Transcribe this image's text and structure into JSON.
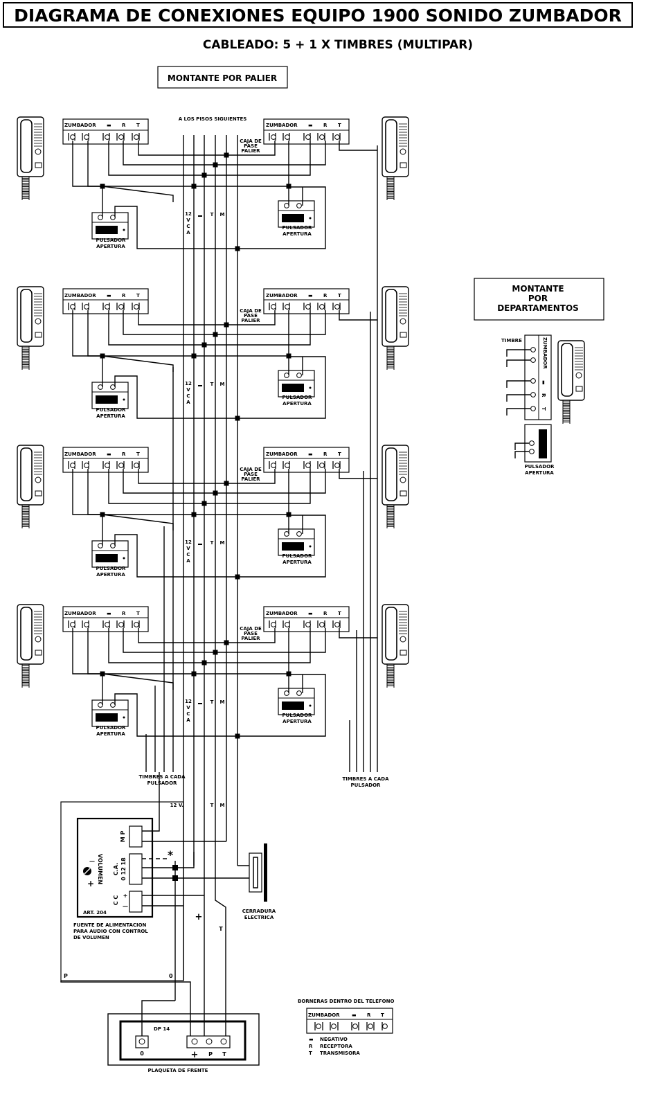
{
  "header": {
    "title": "DIAGRAMA DE CONEXIONES EQUIPO 1900 SONIDO ZUMBADOR",
    "subtitle": "CABLEADO:  5 + 1 X TIMBRES (MULTIPAR)"
  },
  "sections": {
    "montante_palier": "MONTANTE POR PALIER",
    "montante_departamentos": [
      "MONTANTE",
      "POR",
      "DEPARTAMENTOS"
    ]
  },
  "labels": {
    "a_los_pisos": "A LOS PISOS SIGUIENTES",
    "caja_pase": [
      "CAJA DE",
      "PASE",
      "PALIER"
    ],
    "terminal_zumbador": "ZUMBADOR",
    "terminal_negativo": "▬",
    "terminal_r": "R",
    "terminal_t": "T",
    "pulsador": [
      "PULSADOR",
      "APERTURA"
    ],
    "riser_v": [
      "12",
      "V",
      "C",
      "A"
    ],
    "riser_t": "T",
    "riser_m": "M",
    "timbres_izq": [
      "TIMBRES A CADA",
      "PULSADOR"
    ],
    "timbres_der": [
      "TIMBRES A CADA",
      "PULSADOR"
    ],
    "riser_bottom_12v": "12 V.",
    "timbre": "TIMBRE"
  },
  "power_supply": {
    "mp": "M P",
    "ca": "C.A.",
    "ca_values": "0  12 18",
    "cc": "C C",
    "volumen": "VOLUMEN",
    "art": "ART. 204",
    "caption": [
      "FUENTE DE ALIMENTACION",
      "PARA AUDIO CON CONTROL",
      "DE VOLUMEN"
    ],
    "plus": "+",
    "minus": "—",
    "asterisk": "*",
    "p_label": "P",
    "zero_label": "0",
    "plus_label": "+",
    "t_label": "T"
  },
  "lock": {
    "caption": [
      "CERRADURA",
      "ELECTRICA"
    ]
  },
  "plaqueta": {
    "model": "DP 14",
    "caption": "PLAQUETA DE FRENTE",
    "terminals": [
      "0",
      "+",
      "P",
      "T"
    ]
  },
  "legend": {
    "title": "BORNERAS DENTRO DEL TELEFONO",
    "items": [
      "NEGATIVO",
      "RECEPTORA",
      "TRANSMISORA"
    ],
    "keys": [
      "▬",
      "R",
      "T"
    ]
  }
}
